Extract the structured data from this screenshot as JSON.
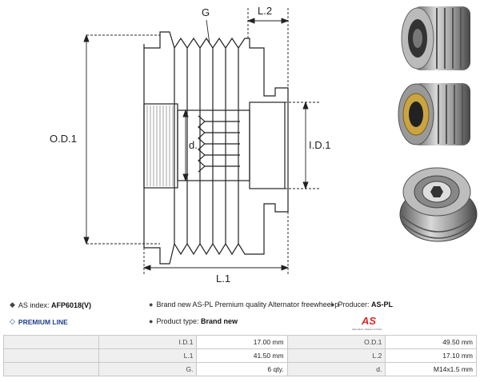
{
  "drawing": {
    "label_g": "G",
    "label_l2": "L.2",
    "label_od1": "O.D.1",
    "label_d": "d.",
    "label_id1": "I.D.1",
    "label_l1": "L.1"
  },
  "info": {
    "as_index_label": "AS index:",
    "as_index_value": "AFP6018(V)",
    "premium_line": "PREMIUM LINE",
    "description": "Brand new AS-PL Premium quality Alternator freewheel p",
    "producer_label": "Producer:",
    "producer_value": "AS-PL",
    "product_type_label": "Product type:",
    "product_type_value": "Brand new",
    "logo_text": "AS",
    "logo_tagline": "Alternators, Starters & Parts"
  },
  "spec_table": [
    {
      "l1": "",
      "k1": "I.D.1",
      "v1": "17.00 mm",
      "k2": "O.D.1",
      "v2": "49.50 mm"
    },
    {
      "l1": "",
      "k1": "L.1",
      "v1": "41.50 mm",
      "k2": "L.2",
      "v2": "17.10 mm"
    },
    {
      "l1": "",
      "k1": "G.",
      "v1": "6 qty.",
      "k2": "d.",
      "v2": "M14x1.5 mm"
    }
  ],
  "colors": {
    "brand_blue": "#1f3f8f",
    "brand_red": "#d62a2a",
    "table_bg": "#efefef"
  }
}
